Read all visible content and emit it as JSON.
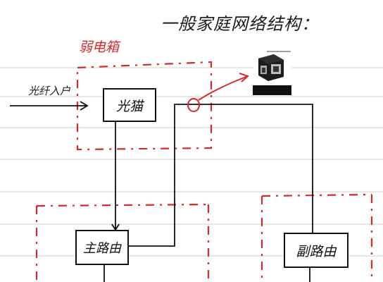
{
  "title": "一般家庭网络结构：",
  "weak_box": {
    "label": "弱电箱"
  },
  "input": {
    "label": "光纤入户"
  },
  "nodes": {
    "modem": "光猫",
    "main_router": "主路由",
    "sub_router": "副路由"
  },
  "colors": {
    "ink": "#111111",
    "red_annotation": "#d42a2a",
    "ruled_line": "#cfcfcf"
  },
  "product_image": {
    "icon": "ethernet-coupler-icon"
  }
}
